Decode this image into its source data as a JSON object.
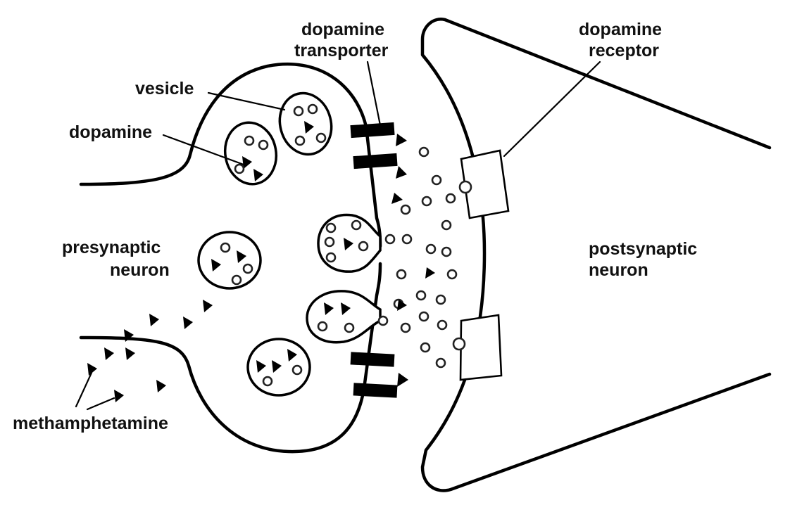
{
  "labels": {
    "dopamine_transporter_1": "dopamine",
    "dopamine_transporter_2": "transporter",
    "dopamine_receptor_1": "dopamine",
    "dopamine_receptor_2": "receptor",
    "vesicle": "vesicle",
    "dopamine": "dopamine",
    "presynaptic_1": "presynaptic",
    "presynaptic_2": "neuron",
    "postsynaptic_1": "postsynaptic",
    "postsynaptic_2": "neuron",
    "methamphetamine": "methamphetamine"
  }
}
